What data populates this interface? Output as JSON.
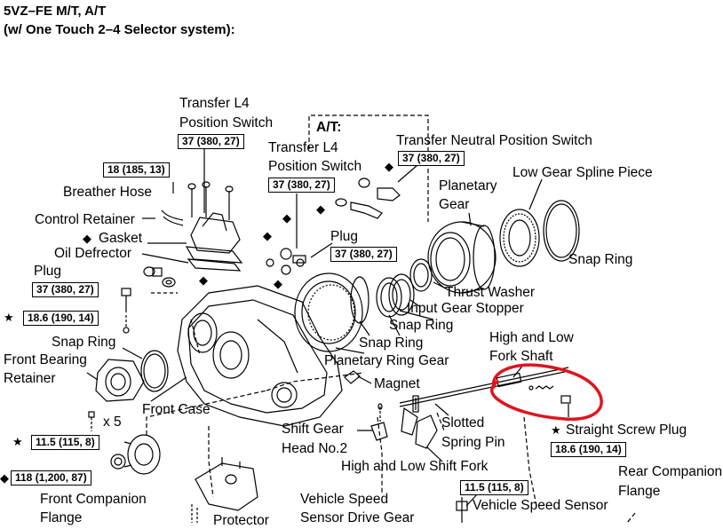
{
  "header": {
    "line1": "5VZ–FE M/T, A/T",
    "line2": "(w/ One Touch 2–4 Selector system):"
  },
  "labels": {
    "transfer_l4_switch_1": [
      "Transfer L4",
      "Position Switch"
    ],
    "at_box": "A/T:",
    "transfer_l4_switch_2": [
      "Transfer L4",
      "Position Switch"
    ],
    "transfer_neutral_switch": "Transfer Neutral Position Switch",
    "planetary_gear": [
      "Planetary",
      "Gear"
    ],
    "low_gear_spline_piece": "Low Gear Spline Piece",
    "breather_hose": "Breather Hose",
    "control_retainer": "Control Retainer",
    "gasket": "Gasket",
    "oil_defrector": "Oil Defrector",
    "plug_left": "Plug",
    "plug_mid": "Plug",
    "snap_ring_right": "Snap Ring",
    "thrust_washer": "Thrust Washer",
    "input_gear_stopper": "Input Gear Stopper",
    "snap_ring_left": "Snap Ring",
    "snap_ring_mid1": "Snap Ring",
    "snap_ring_mid2": "Snap Ring",
    "high_low_fork_shaft": [
      "High and Low",
      "Fork Shaft"
    ],
    "front_bearing_retainer": [
      "Front Bearing",
      "Retainer"
    ],
    "planetary_ring_gear": "Planetary Ring Gear",
    "magnet": "Magnet",
    "front_case": "Front Case",
    "x5": "x 5",
    "slotted_spring_pin": [
      "Slotted",
      "Spring Pin"
    ],
    "shift_gear_head": [
      "Shift Gear",
      "Head No.2"
    ],
    "straight_screw_plug": "Straight Screw Plug",
    "high_low_shift_fork": "High and Low Shift Fork",
    "rear_companion_flange": [
      "Rear Companion",
      "Flange"
    ],
    "front_companion_flange": [
      "Front Companion",
      "Flange"
    ],
    "vehicle_speed_sensor": "Vehicle Speed Sensor",
    "vehicle_speed_sensor_drive_gear": [
      "Vehicle Speed",
      "Sensor Drive Gear"
    ],
    "protector": "Protector"
  },
  "torque": {
    "t1": "37 (380, 27)",
    "t2": "37 (380, 27)",
    "t3": "37 (380, 27)",
    "t4": "18 (185, 13)",
    "t5": "37 (380, 27)",
    "t6": "37 (380, 27)",
    "t7": "18.6 (190, 14)",
    "t8": "11.5 (115, 8)",
    "t9": "18.6 (190, 14)",
    "t10": "118 (1,200, 87)",
    "t11": "11.5 (115, 8)"
  },
  "symbols": {
    "star": "★",
    "diamond": "◆"
  },
  "highlight_color": "#e0141e"
}
